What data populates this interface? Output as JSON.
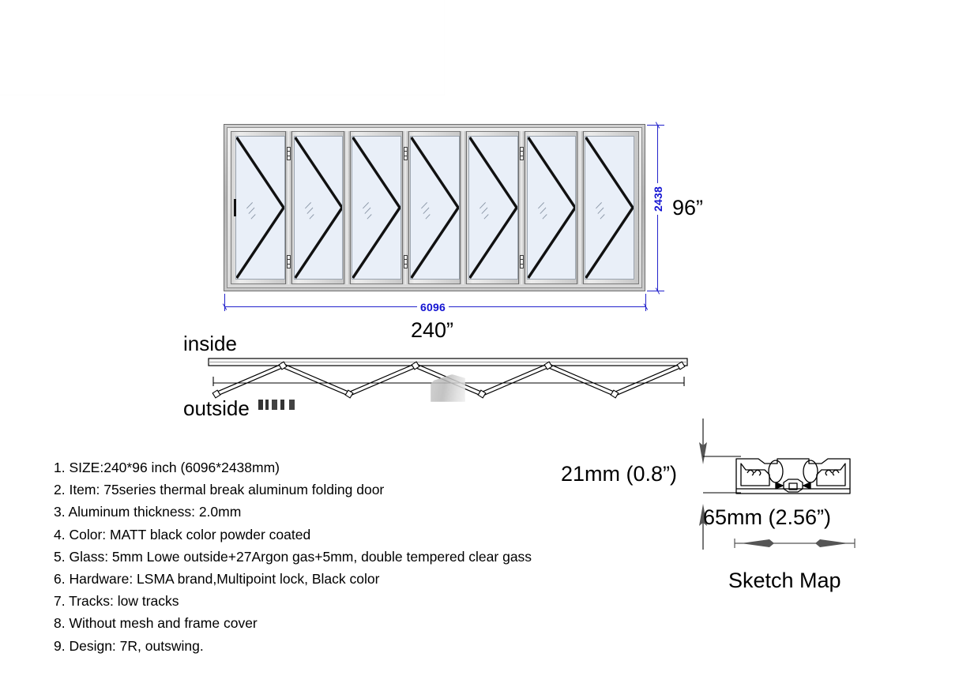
{
  "drawing": {
    "type": "aluminum folding door technical drawing",
    "elevation": {
      "panel_count": 7,
      "width_mm_label": "6096",
      "width_inch_label": "240”",
      "height_mm_label": "2438",
      "height_inch_label": "96”",
      "swing_direction": "outswing",
      "configuration": "7R"
    },
    "plan": {
      "inside_label": "inside",
      "outside_label": "outside",
      "fold_count": 7
    },
    "sketch": {
      "title": "Sketch Map",
      "depth_label": "21mm (0.8”)",
      "width_label": "65mm (2.56”)"
    }
  },
  "specs": [
    "1. SIZE:240*96 inch (6096*2438mm)",
    "2. Item: 75series thermal break aluminum folding door",
    "3. Aluminum thickness: 2.0mm",
    "4. Color: MATT black color powder coated",
    "5. Glass: 5mm Lowe outside+27Argon gas+5mm, double tempered clear gass",
    "6. Hardware: LSMA brand,Multipoint lock, Black color",
    "7. Tracks: low tracks",
    "8. Without mesh and frame cover",
    "9. Design: 7R, outswing."
  ],
  "colors": {
    "dimension_blue": "#1414d2",
    "glass_fill": "#e9eff8",
    "frame_grey": "#b4b4b4",
    "line_black": "#000000"
  }
}
